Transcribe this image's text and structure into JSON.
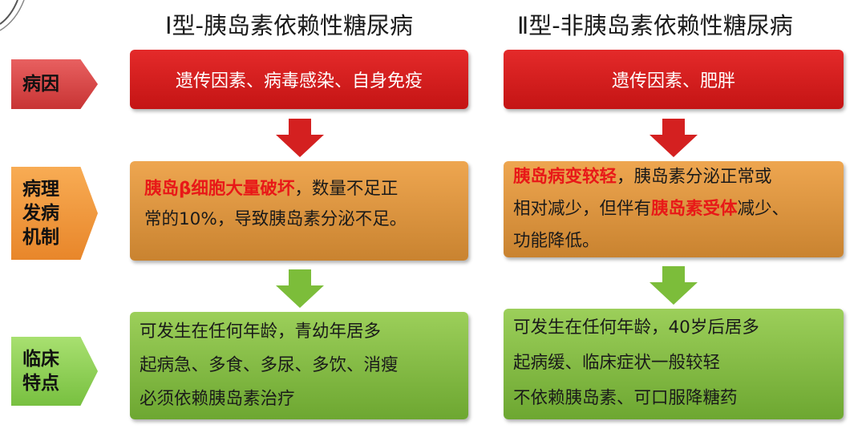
{
  "titles": {
    "type1": "Ⅰ型-胰岛素依赖性糖尿病",
    "type2": "Ⅱ型-非胰岛素依赖性糖尿病"
  },
  "row_labels": {
    "cause": "病因",
    "mechanism": [
      "病理",
      "发病",
      "机制"
    ],
    "clinical": [
      "临床",
      "特点"
    ]
  },
  "type1": {
    "cause": "遗传因素、病毒感染、自身免疫",
    "mechanism": {
      "highlight": "胰岛β细胞大量破坏",
      "rest_line1": "，数量不足正",
      "line2": "常的10%，导致胰岛素分泌不足。"
    },
    "clinical": [
      "可发生在任何年龄，青幼年居多",
      "起病急、多食、多尿、多饮、消瘦",
      "必须依赖胰岛素治疗"
    ]
  },
  "type2": {
    "cause": "遗传因素、肥胖",
    "mechanism": {
      "highlight1": "胰岛病变较轻",
      "rest_line1": "，胰岛素分泌正常或",
      "line2_pre": "相对减少，但伴有",
      "highlight2": "胰岛素受体",
      "line2_post": "减少、",
      "line3": "功能降低。"
    },
    "clinical": [
      "可发生在任何年龄，40岁后居多",
      "起病缓、临床症状一般较轻",
      "不依赖胰岛素、可口服降糖药"
    ]
  },
  "colors": {
    "red": "#d41e1e",
    "orange": "#e0963e",
    "green": "#86bd45",
    "highlight": "#e81818"
  }
}
